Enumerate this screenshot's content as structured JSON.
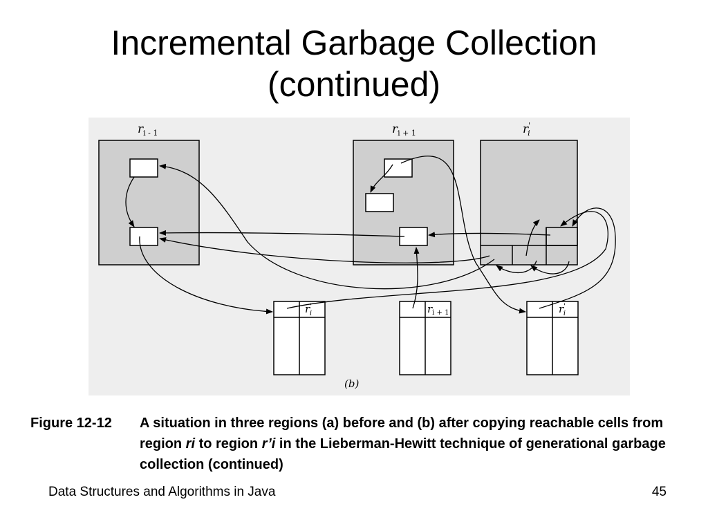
{
  "slide": {
    "title_line1": "Incremental Garbage Collection",
    "title_line2": "(continued)",
    "page_number": "45",
    "footer_text": "Data Structures and Algorithms in Java"
  },
  "caption": {
    "label": "Figure 12-12",
    "part1": "A situation in three regions (a) before and (b) after copying reachable cells from region ",
    "em1": "ri",
    "part2": " to region ",
    "em2": "r’i",
    "part3": " in the Lieberman-Hewitt technique of generational garbage collection (continued)"
  },
  "diagram": {
    "panel_label": "(b)",
    "regions": {
      "prev": {
        "base": "r",
        "sub": "i - 1"
      },
      "next": {
        "base": "r",
        "sub": "i + 1"
      },
      "prime": {
        "base": "r",
        "sup": "'",
        "sub": "i"
      }
    },
    "tables": {
      "left": {
        "base": "r",
        "sup": "'",
        "sub": "i"
      },
      "mid": {
        "base": "r",
        "sub": "i + 1"
      },
      "right": {
        "base": "r",
        "sup": "'",
        "sub": "i"
      }
    }
  }
}
